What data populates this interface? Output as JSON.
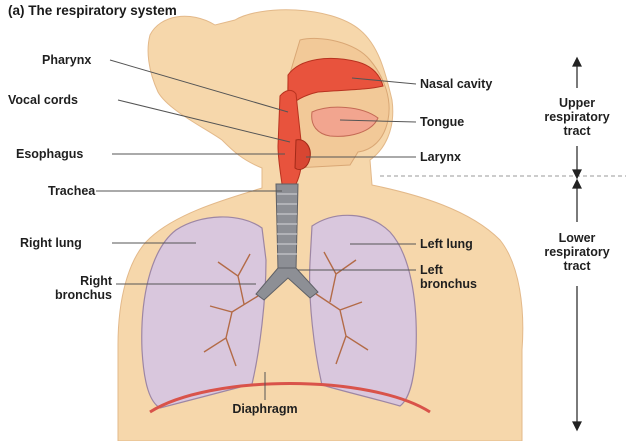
{
  "title": "(a) The respiratory system",
  "labels": {
    "pharynx": "Pharynx",
    "vocal_cords": "Vocal cords",
    "esophagus": "Esophagus",
    "trachea": "Trachea",
    "right_lung": "Right lung",
    "right_bronchus_1": "Right",
    "right_bronchus_2": "bronchus",
    "nasal_cavity": "Nasal cavity",
    "tongue": "Tongue",
    "larynx": "Larynx",
    "left_lung": "Left lung",
    "left_bronchus_1": "Left",
    "left_bronchus_2": "bronchus",
    "diaphragm": "Diaphragm"
  },
  "regions": {
    "upper_1": "Upper",
    "upper_2": "respiratory",
    "upper_3": "tract",
    "lower_1": "Lower",
    "lower_2": "respiratory",
    "lower_3": "tract"
  },
  "colors": {
    "skin": "#f6d7ab",
    "airway": "#e8533d",
    "lung": "#d9c7dd",
    "trachea": "#8d8f95",
    "diaphragm": "#d9534a"
  }
}
